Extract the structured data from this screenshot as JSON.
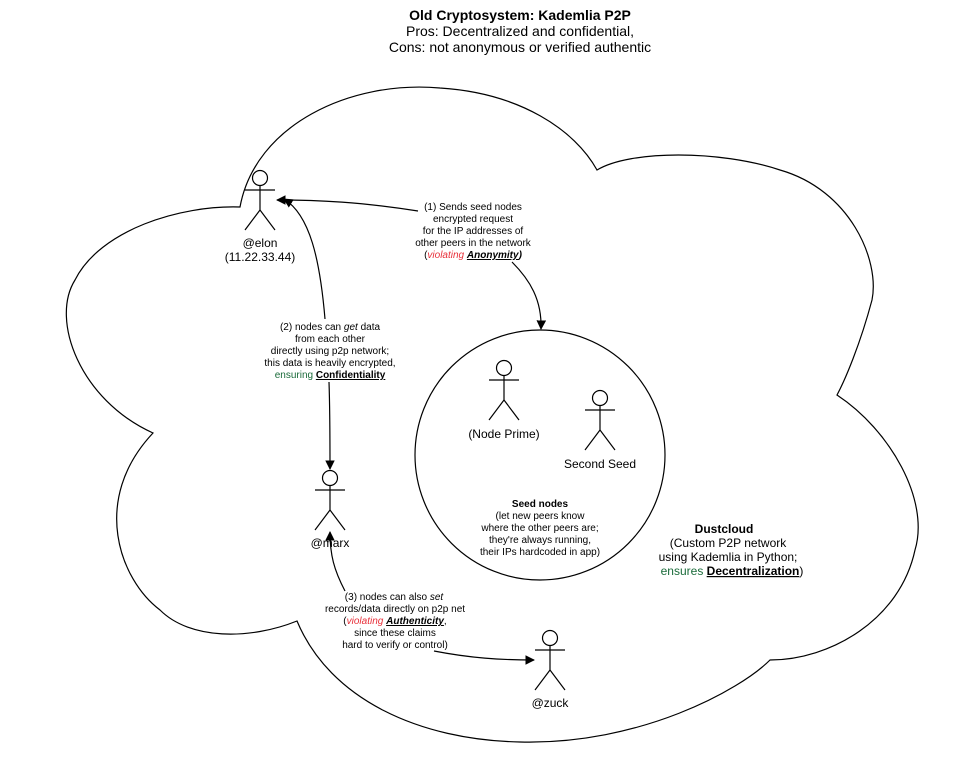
{
  "title": {
    "heading": "Old Cryptosystem: Kademlia P2P",
    "pros": "Pros: Decentralized and confidential,",
    "cons": "Cons: not anonymous or verified authentic"
  },
  "colors": {
    "violating": "#e8303a",
    "ensuring": "#1a6b3a",
    "stroke": "#000000"
  },
  "actors": {
    "elon": {
      "name": "@elon",
      "ip": "(11.22.33.44)"
    },
    "marx": {
      "name": "@marx"
    },
    "zuck": {
      "name": "@zuck"
    },
    "node_prime": {
      "name": "(Node Prime)"
    },
    "second_seed": {
      "name": "Second Seed"
    }
  },
  "seed": {
    "heading": "Seed nodes",
    "lines": [
      "(let new peers know",
      "where the other peers are;",
      "they're always running,",
      "their IPs hardcoded in app)"
    ]
  },
  "dustcloud": {
    "heading": "Dustcloud",
    "line1": "(Custom P2P network",
    "line2": "using Kademlia in Python;",
    "ensures": "ensures",
    "keyword": "Decentralization",
    "close": ")"
  },
  "edge1": {
    "lines": [
      "(1) Sends seed nodes",
      "encrypted request",
      "for the IP addresses of",
      "other peers in the network"
    ],
    "open": "(",
    "violating": "violating",
    "keyword": "Anonymity",
    "close": ")"
  },
  "edge2": {
    "line1a": "(2) nodes can ",
    "line1b": "get",
    "line1c": " data",
    "lines": [
      "from each other",
      "directly using p2p network;",
      "this data is heavily encrypted,"
    ],
    "ensuring": "ensuring",
    "keyword": "Confidentiality"
  },
  "edge3": {
    "line1a": "(3) nodes can also ",
    "line1b": "set",
    "line2": "records/data directly on p2p net",
    "open": "(",
    "violating": "violating",
    "keyword": "Authenticity",
    "close": ",",
    "line4": "since these claims",
    "line5": "hard to verify or control)"
  }
}
